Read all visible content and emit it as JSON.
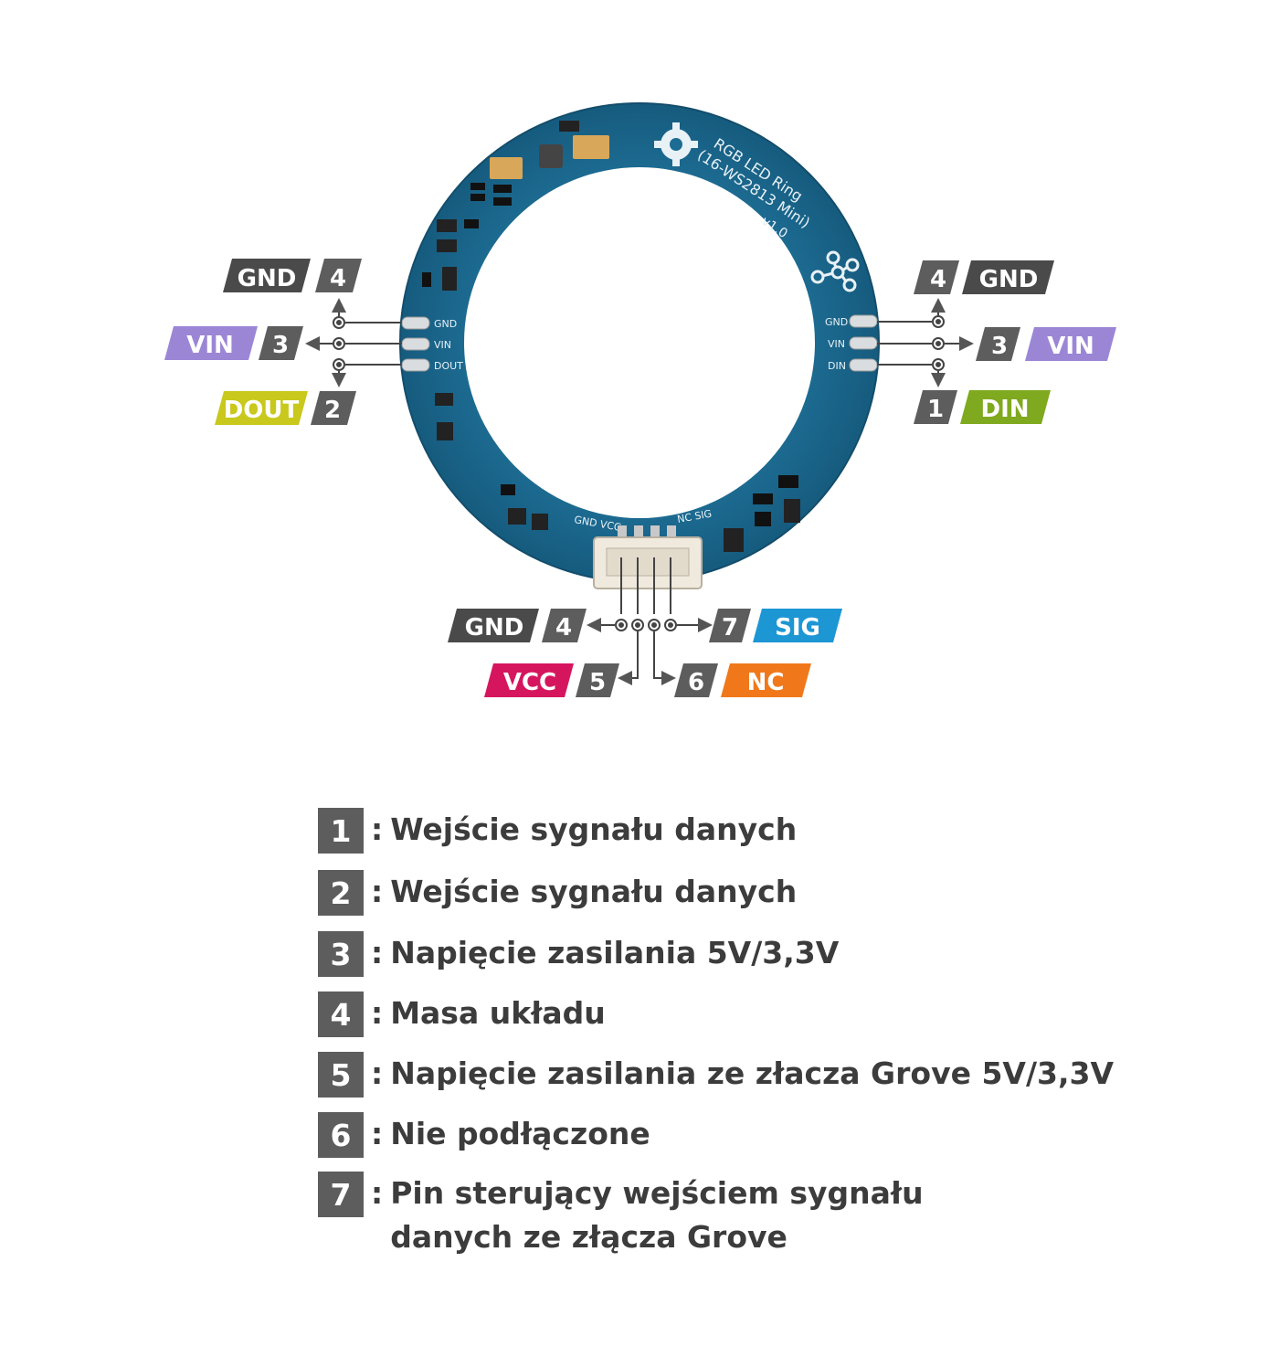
{
  "board": {
    "title_line1": "RGB LED Ring",
    "title_line2": "(16-WS2813 Mini)",
    "version": "v1.0",
    "pad_labels_left": [
      "GND",
      "VIN",
      "DOUT"
    ],
    "pad_labels_right": [
      "GND",
      "VIN",
      "DIN"
    ],
    "connector_labels_left": "GND VCC",
    "connector_labels_right": "NC SIG"
  },
  "pins": {
    "left": [
      {
        "num": "4",
        "name": "GND",
        "color": "#4a4a4a"
      },
      {
        "num": "3",
        "name": "VIN",
        "color": "#9b86d6"
      },
      {
        "num": "2",
        "name": "DOUT",
        "color": "#c9c81c"
      }
    ],
    "right": [
      {
        "num": "4",
        "name": "GND",
        "color": "#4a4a4a"
      },
      {
        "num": "3",
        "name": "VIN",
        "color": "#9b86d6"
      },
      {
        "num": "1",
        "name": "DIN",
        "color": "#7fa91f"
      }
    ],
    "bottom": [
      {
        "num": "4",
        "name": "GND",
        "color": "#4a4a4a"
      },
      {
        "num": "7",
        "name": "SIG",
        "color": "#1d96d4"
      },
      {
        "num": "5",
        "name": "VCC",
        "color": "#d5165f"
      },
      {
        "num": "6",
        "name": "NC",
        "color": "#f1781a"
      }
    ],
    "num_color": "#5d5d5d"
  },
  "legend": [
    {
      "num": "1",
      "text": "Wejście sygnału danych"
    },
    {
      "num": "2",
      "text": "Wejście sygnału danych"
    },
    {
      "num": "3",
      "text": "Napięcie zasilania 5V/3,3V"
    },
    {
      "num": "4",
      "text": "Masa układu"
    },
    {
      "num": "5",
      "text": "Napięcie zasilania ze złacza Grove 5V/3,3V"
    },
    {
      "num": "6",
      "text": "Nie podłączone"
    },
    {
      "num": "7",
      "text": "Pin sterujący wejściem sygnału",
      "text2": "danych ze złącza Grove"
    }
  ],
  "colors": {
    "pcb": "#1f6f96",
    "pcb_dark": "#175a7c",
    "pad": "#d9dde0"
  }
}
